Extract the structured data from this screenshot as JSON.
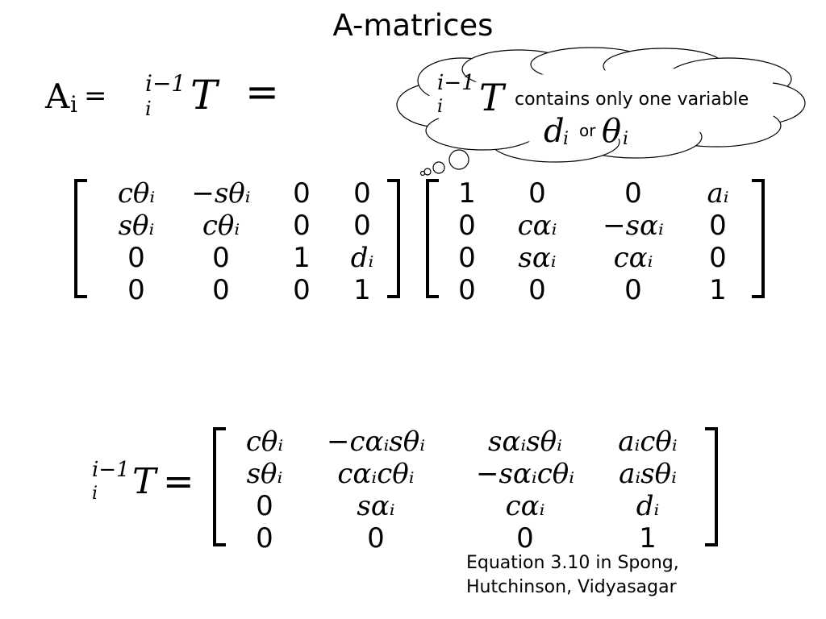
{
  "title": "A-matrices",
  "lhs": {
    "a_label": "A",
    "a_sub": "i",
    "a_eq": "=",
    "t_pre_sup": "i−1",
    "t_pre_sub": "i",
    "t_symbol": "T",
    "equals": "="
  },
  "bubble": {
    "t_pre_sup": "i−1",
    "t_pre_sub": "i",
    "t_symbol": "T",
    "text": "contains only one variable",
    "var1": "d",
    "var1_sub": "i",
    "or": "or",
    "var2": "θ",
    "var2_sub": "i"
  },
  "matrix1": [
    [
      "cθᵢ",
      "−sθᵢ",
      "0",
      "0"
    ],
    [
      "sθᵢ",
      "cθᵢ",
      "0",
      "0"
    ],
    [
      "0",
      "0",
      "1",
      "dᵢ"
    ],
    [
      "0",
      "0",
      "0",
      "1"
    ]
  ],
  "matrix2": [
    [
      "1",
      "0",
      "0",
      "aᵢ"
    ],
    [
      "0",
      "cαᵢ",
      "−sαᵢ",
      "0"
    ],
    [
      "0",
      "sαᵢ",
      "cαᵢ",
      "0"
    ],
    [
      "0",
      "0",
      "0",
      "1"
    ]
  ],
  "bottom_lhs": {
    "t_pre_sup": "i−1",
    "t_pre_sub": "i",
    "t_symbol": "T",
    "equals": "="
  },
  "matrix3": [
    [
      "cθᵢ",
      "−cαᵢsθᵢ",
      "sαᵢsθᵢ",
      "aᵢcθᵢ"
    ],
    [
      "sθᵢ",
      "cαᵢcθᵢ",
      "−sαᵢcθᵢ",
      "aᵢsθᵢ"
    ],
    [
      "0",
      "sαᵢ",
      "cαᵢ",
      "dᵢ"
    ],
    [
      "0",
      "0",
      "0",
      "1"
    ]
  ],
  "caption": {
    "line1": "Equation 3.10 in Spong,",
    "line2": "Hutchinson, Vidyasagar"
  }
}
